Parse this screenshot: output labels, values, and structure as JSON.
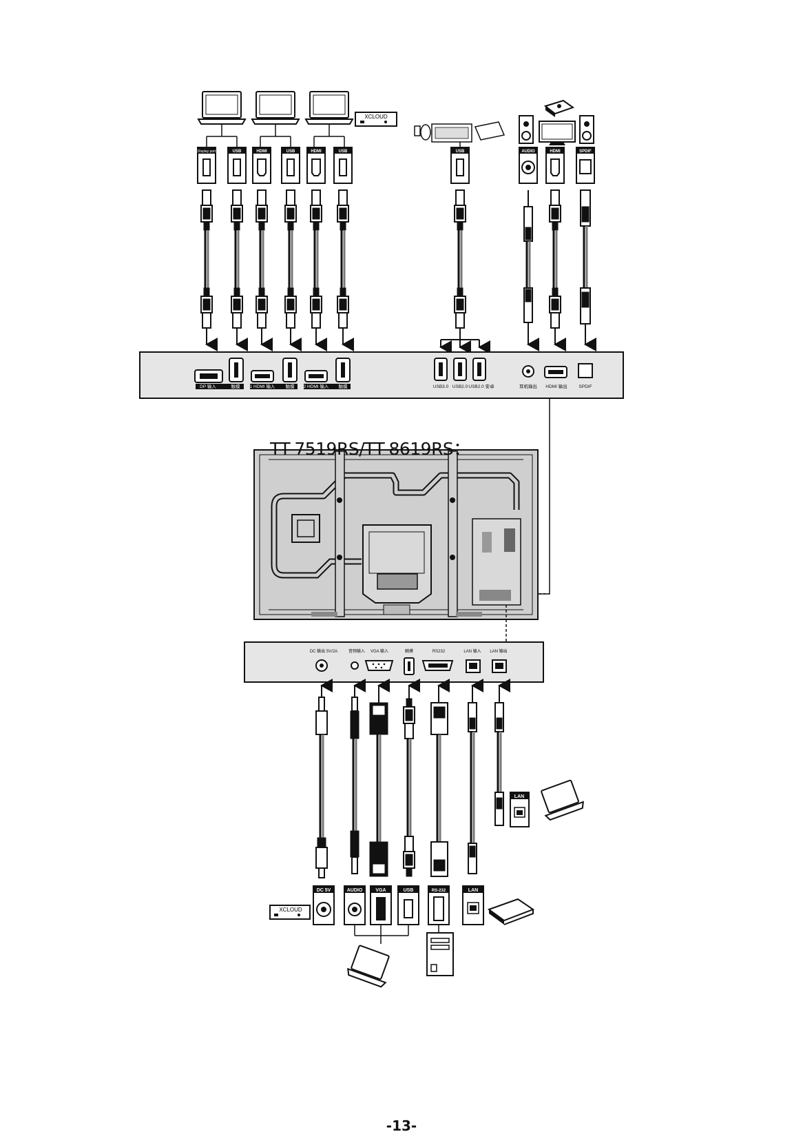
{
  "title": "TT-7519RS/TT-8619RS：",
  "page_number": "-13-",
  "top_panel": {
    "ports": [
      {
        "tag": "Display port",
        "label": "DP 输入"
      },
      {
        "tag": "USB",
        "label": "触摸"
      },
      {
        "tag": "HDMI",
        "label": "1 HDMI 输入"
      },
      {
        "tag": "USB",
        "label": "触摸"
      },
      {
        "tag": "HDMI",
        "label": "2 HDMI 输入"
      },
      {
        "tag": "USB",
        "label": "触摸"
      },
      {
        "tag": "USB",
        "label": "USB3.0"
      },
      {
        "tag": "",
        "label": "USB2.0"
      },
      {
        "tag": "",
        "label": "USB2.0 安卓"
      },
      {
        "tag": "AUDIO",
        "label": "耳机输出"
      },
      {
        "tag": "HDMI",
        "label": "HDMI 输出"
      },
      {
        "tag": "SPDIF",
        "label": "SPDIF"
      }
    ]
  },
  "bottom_panel": {
    "ports": [
      {
        "label": "DC 输出 5V/2A",
        "tag": "DC 5V"
      },
      {
        "label": "音频输入",
        "tag": "AUDIO"
      },
      {
        "label": "VGA 输入",
        "tag": "VGA"
      },
      {
        "label": "触摸",
        "tag": "USB"
      },
      {
        "label": "RS232",
        "tag": "RS-232"
      },
      {
        "label": "LAN 输入",
        "tag": "LAN"
      },
      {
        "label": "LAN 输出",
        "tag": "LAN"
      }
    ]
  },
  "device_labels": {
    "mini_pc": "XCLOUD",
    "lan_side_tag": "LAN"
  },
  "colors": {
    "line": "#111111",
    "panel": "#e6e6e6",
    "back": "#cfcfcf"
  }
}
